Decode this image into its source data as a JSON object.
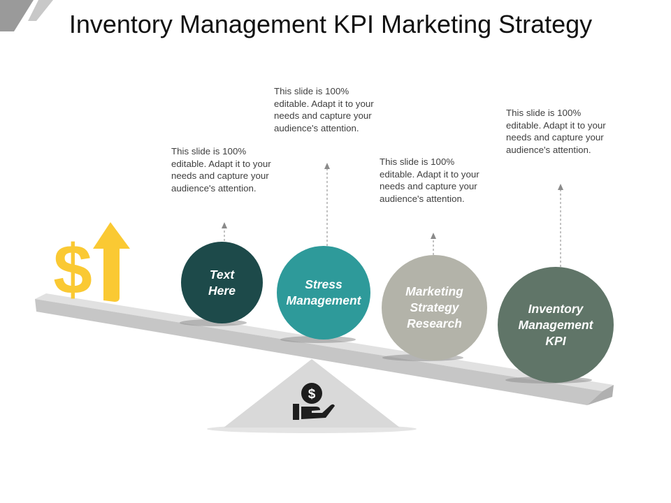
{
  "title": "Inventory Management KPI Marketing Strategy",
  "colors": {
    "circle_1": "#1d4a4a",
    "circle_2": "#2e9a9a",
    "circle_3": "#b3b3a9",
    "circle_4": "#607568",
    "accent_yellow": "#fac933",
    "beam": "#c9c9c9",
    "fulcrum": "#d9d9d9"
  },
  "items": [
    {
      "label": "Text Here",
      "description": "This slide is 100% editable. Adapt it to your needs and capture your audience's attention."
    },
    {
      "label": "Stress Management",
      "description": "This slide is 100% editable. Adapt it to your needs and capture your audience's attention."
    },
    {
      "label": "Marketing Strategy Research",
      "description": "This slide is 100% editable. Adapt it to your needs and capture your audience's attention."
    },
    {
      "label": "Inventory Management KPI",
      "description": "This slide is 100% editable. Adapt it to your needs and capture your audience's attention."
    }
  ],
  "icons": {
    "money_arrow": "dollar-up-arrow-icon",
    "fulcrum": "hand-holding-coin-icon"
  }
}
